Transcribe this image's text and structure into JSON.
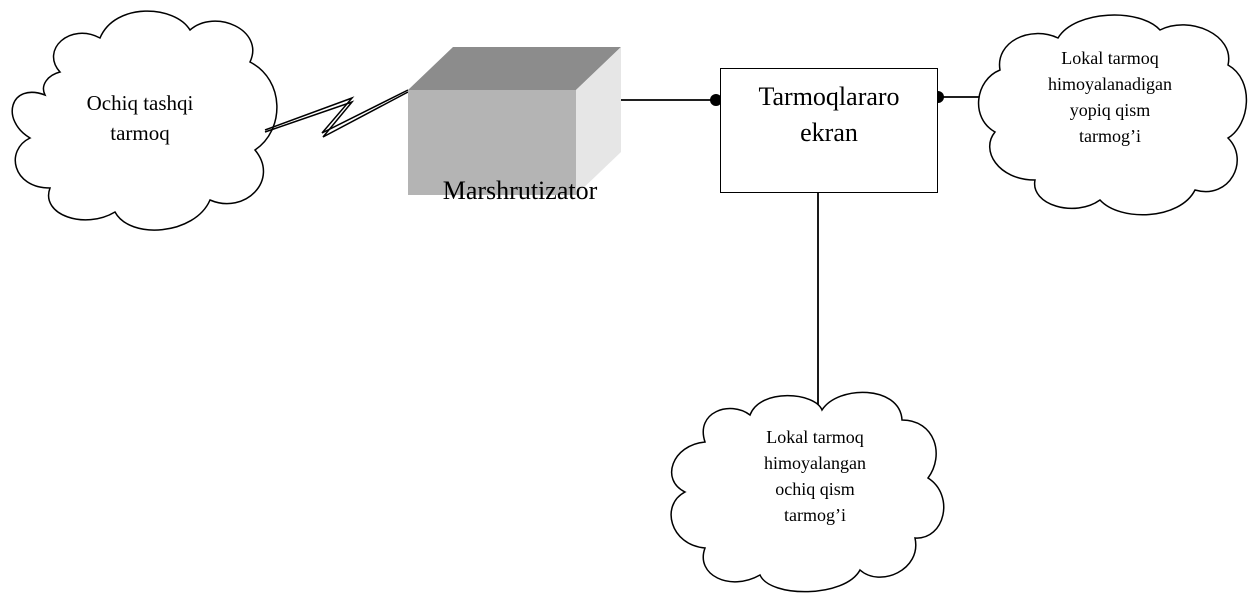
{
  "diagram": {
    "nodes": {
      "external_cloud": {
        "lines": [
          "Ochiq tashqi",
          "tarmoq"
        ]
      },
      "router": {
        "label": "Marshrutizator"
      },
      "firewall": {
        "lines": [
          "Tarmoqlararo",
          "ekran"
        ]
      },
      "private_cloud": {
        "lines": [
          "Lokal tarmoq",
          "himoyalanadigan",
          "yopiq qism",
          "tarmog’i"
        ]
      },
      "open_cloud": {
        "lines": [
          "Lokal tarmoq",
          "himoyalangan",
          "ochiq qism",
          "tarmog’i"
        ]
      }
    },
    "colors": {
      "router_top": "#8c8c8c",
      "router_front": "#b4b4b4",
      "router_side": "#e6e6e6",
      "stroke": "#000000"
    }
  }
}
